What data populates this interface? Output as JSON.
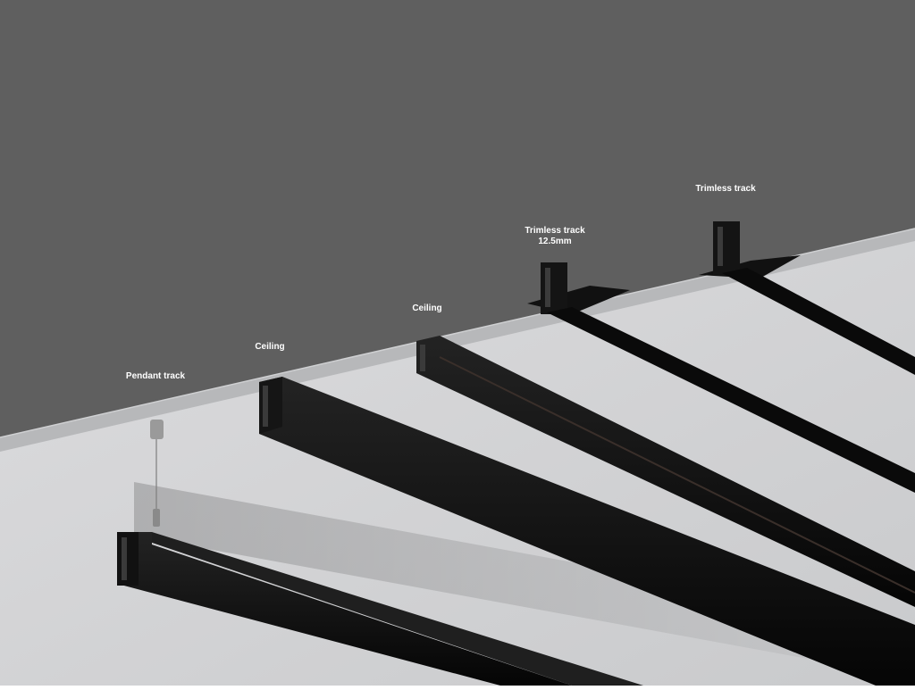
{
  "labels": {
    "pendant": "Pendant track",
    "ceiling_1": "Ceiling",
    "ceiling_2": "Ceiling",
    "trimless_125_line1": "Trimless track",
    "trimless_125_line2": "12.5mm",
    "trimless": "Trimless track"
  },
  "colors": {
    "backdrop": "#5f5f5f",
    "ceiling_face": "#d3d4d6",
    "ceiling_edge": "#bdbebf",
    "track": "#0c0c0c",
    "track_side": "#1b1b1b",
    "fixture_metal": "#9a9a9a",
    "label_text": "#ffffff"
  }
}
